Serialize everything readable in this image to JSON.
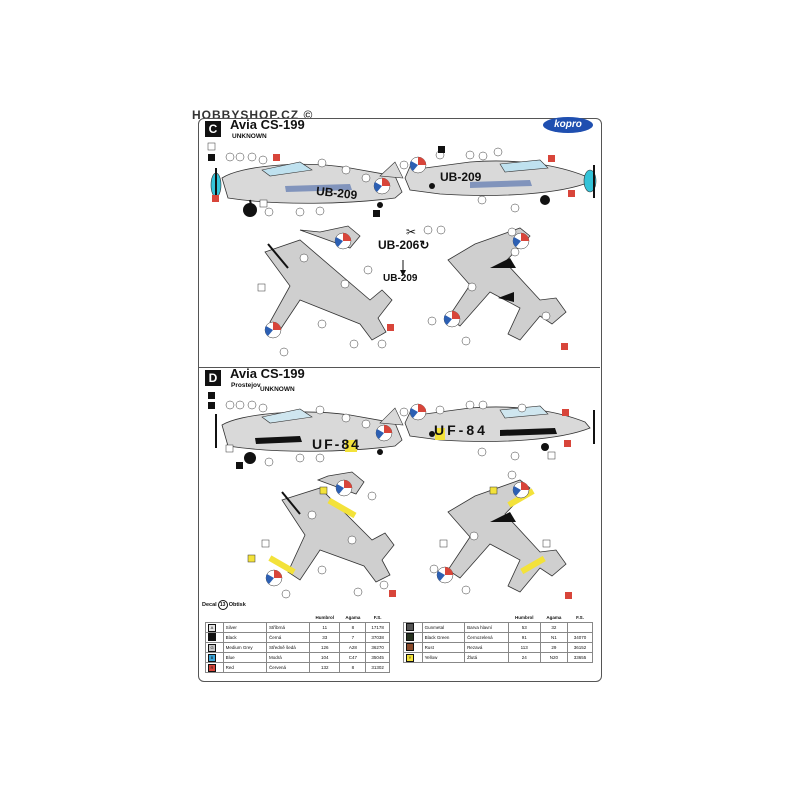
{
  "watermark": "HOBBYSHOP.CZ",
  "brand_logo": "kopro",
  "scheme_c": {
    "letter": "C",
    "title": "Avia CS-199",
    "subtitle": "UNKNOWN",
    "regs": {
      "side_left": "UB-209",
      "side_right": "UB-209",
      "old": "UB-206",
      "new": "UB-209"
    }
  },
  "scheme_d": {
    "letter": "D",
    "title": "Avia CS-199",
    "subtitle_a": "Prostejov",
    "subtitle_b": "UNKNOWN",
    "regs": {
      "side_left": "UF-84",
      "side_right": "UF-84"
    }
  },
  "decal_label": {
    "prefix": "Decal",
    "number": "13",
    "suffix": "Obtisk"
  },
  "table_headers": {
    "humbrol": "Humbrol",
    "agama": "Agama",
    "fs": "F.S."
  },
  "paints_left": [
    {
      "code": "A",
      "name": "Silver",
      "czech": "Stříbrná",
      "humbrol": "11",
      "agama": "8",
      "fs": "17178",
      "color": "#e4e4e4"
    },
    {
      "code": "",
      "name": "Black",
      "czech": "Černá",
      "humbrol": "33",
      "agama": "7",
      "fs": "37038",
      "color": "#111111"
    },
    {
      "code": "G",
      "name": "Medium Grey",
      "czech": "Středně šedá",
      "humbrol": "126",
      "agama": "A28",
      "fs": "36270",
      "color": "#c6c6c6"
    },
    {
      "code": "B",
      "name": "Blue",
      "czech": "Modrá",
      "humbrol": "104",
      "agama": "C47",
      "fs": "35045",
      "color": "#3aa6d9"
    },
    {
      "code": "R",
      "name": "Red",
      "czech": "Červená",
      "humbrol": "132",
      "agama": "8",
      "fs": "31302",
      "color": "#d8453a"
    }
  ],
  "paints_right": [
    {
      "code": "",
      "name": "Gunmetal",
      "czech": "Barva hlavní",
      "humbrol": "53",
      "agama": "32",
      "fs": "",
      "color": "#555555"
    },
    {
      "code": "",
      "name": "Black Green",
      "czech": "Černozelená",
      "humbrol": "91",
      "agama": "N1",
      "fs": "34070",
      "color": "#26321f"
    },
    {
      "code": "",
      "name": "Rust",
      "czech": "Rezavá",
      "humbrol": "113",
      "agama": "29",
      "fs": "36152",
      "color": "#8b4a2a"
    },
    {
      "code": "Y",
      "name": "Yellow",
      "czech": "Žlutá",
      "humbrol": "24",
      "agama": "N20",
      "fs": "33655",
      "color": "#f3e23a"
    }
  ]
}
